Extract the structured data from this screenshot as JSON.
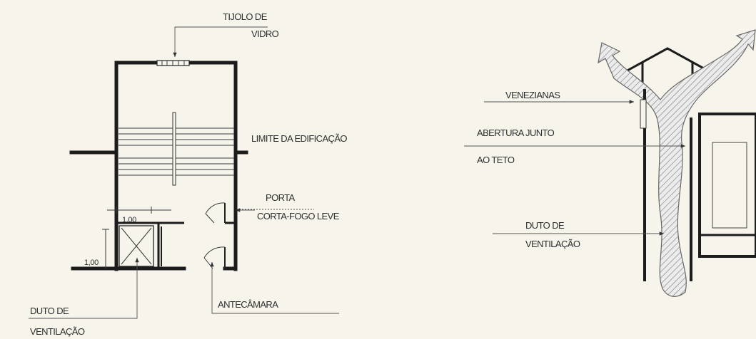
{
  "left_figure": {
    "labels": {
      "glass_block_line1": "TIJOLO DE",
      "glass_block_line2": "VIDRO",
      "building_limit": "LIMITE DA EDIFICAÇÃO",
      "fire_door_line1": "PORTA",
      "fire_door_line2": "CORTA-FOGO LEVE",
      "antechamber": "ANTECÂMARA",
      "duct_line1": "DUTO DE",
      "duct_line2": "VENTILAÇÃO"
    },
    "dimensions": {
      "width_label": "1,00",
      "depth_label": "1,00"
    }
  },
  "right_figure": {
    "labels": {
      "louvers": "VENEZIANAS",
      "ceiling_opening_line1": "ABERTURA JUNTO",
      "ceiling_opening_line2": "AO TETO",
      "duct_line1": "DUTO DE",
      "duct_line2": "VENTILAÇÃO"
    }
  }
}
